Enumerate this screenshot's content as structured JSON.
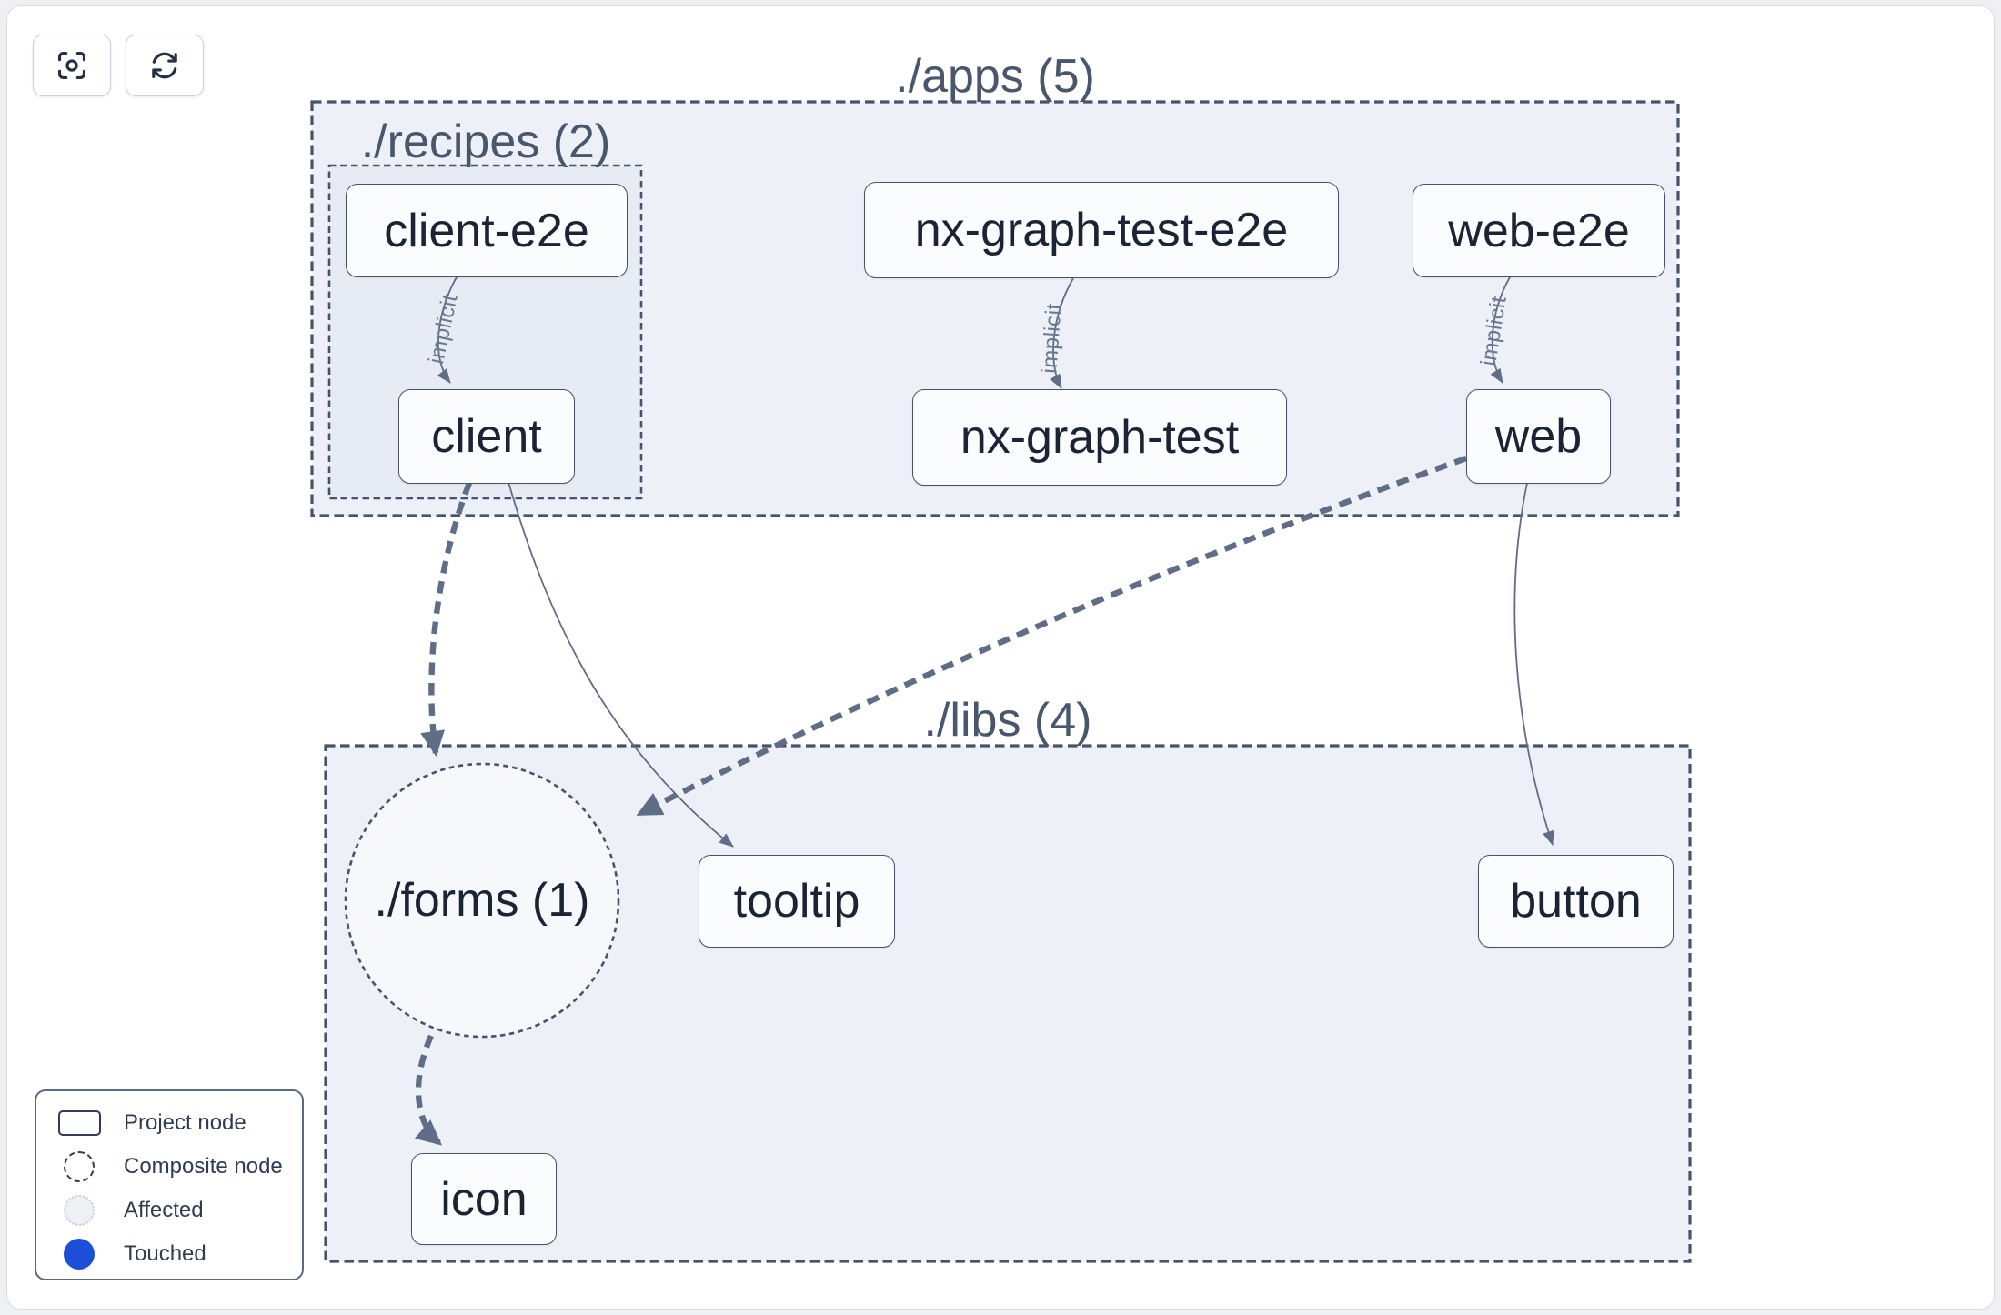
{
  "toolbar": {
    "buttons": [
      {
        "icon": "focus-icon"
      },
      {
        "icon": "refresh-icon"
      }
    ]
  },
  "graph": {
    "groups": {
      "apps": {
        "label": "./apps (5)"
      },
      "recipes": {
        "label": "./recipes (2)"
      },
      "libs": {
        "label": "./libs (4)"
      },
      "forms": {
        "label": "./forms (1)",
        "shape": "composite-circle"
      }
    },
    "nodes": {
      "client_e2e": {
        "label": "client-e2e"
      },
      "client": {
        "label": "client"
      },
      "nx_graph_test_e2e": {
        "label": "nx-graph-test-e2e"
      },
      "nx_graph_test": {
        "label": "nx-graph-test"
      },
      "web_e2e": {
        "label": "web-e2e"
      },
      "web": {
        "label": "web"
      },
      "tooltip": {
        "label": "tooltip"
      },
      "button": {
        "label": "button"
      },
      "icon": {
        "label": "icon"
      }
    },
    "edges": [
      {
        "from": "client-e2e",
        "to": "client",
        "label": "implicit",
        "style": "thin-solid"
      },
      {
        "from": "nx-graph-test-e2e",
        "to": "nx-graph-test",
        "label": "implicit",
        "style": "thin-solid"
      },
      {
        "from": "web-e2e",
        "to": "web",
        "label": "implicit",
        "style": "thin-solid"
      },
      {
        "from": "client",
        "to": "./forms",
        "style": "thick-dashed"
      },
      {
        "from": "client",
        "to": "tooltip",
        "style": "thin-solid"
      },
      {
        "from": "web",
        "to": "./forms",
        "style": "thick-dashed"
      },
      {
        "from": "web",
        "to": "button",
        "style": "thin-solid"
      },
      {
        "from": "./forms",
        "to": "icon",
        "style": "thick-dashed"
      }
    ]
  },
  "legend": {
    "items": [
      {
        "label": "Project node",
        "swatch": "rect-outline"
      },
      {
        "label": "Composite node",
        "swatch": "dashed-circle"
      },
      {
        "label": "Affected",
        "swatch": "light-dotted-circle"
      },
      {
        "label": "Touched",
        "swatch": "solid-circle"
      }
    ]
  },
  "colors": {
    "touched": "#1d4ed8",
    "container_fill": "#edf1f7",
    "container_border": "#46536b",
    "edge": "#5f6e86"
  }
}
